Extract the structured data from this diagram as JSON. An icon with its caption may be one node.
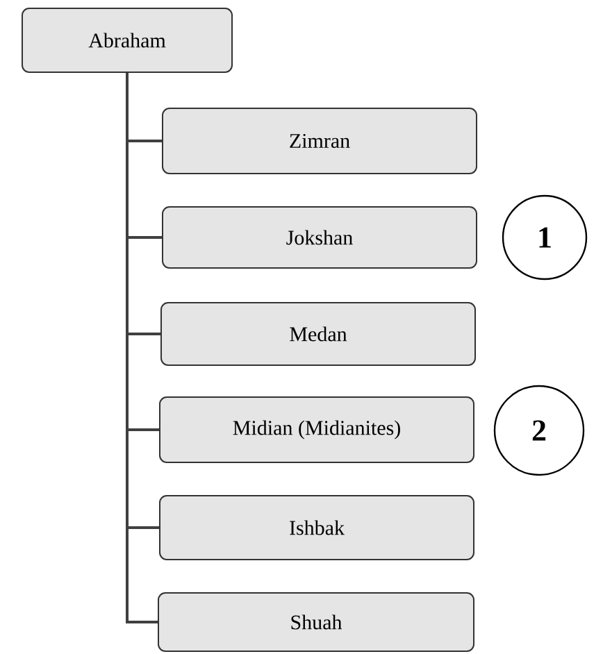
{
  "diagram": {
    "nodes": [
      {
        "text": [
          "Abraham"
        ]
      },
      {
        "text": [
          "Zimran"
        ]
      },
      {
        "text": [
          "Jokshan"
        ]
      },
      {
        "text": [
          "Medan"
        ]
      },
      {
        "text": [
          "Midian (Midianites)"
        ]
      },
      {
        "text": [
          "Ishbak"
        ]
      },
      {
        "text": [
          "Shuah"
        ]
      },
      {
        "text": [
          "1"
        ]
      },
      {
        "text": [
          "2"
        ]
      }
    ],
    "edges": [
      {
        "from": 0,
        "to": 1,
        "arrow": "none"
      },
      {
        "from": 0,
        "to": 2,
        "arrow": "none"
      },
      {
        "from": 0,
        "to": 3,
        "arrow": "none"
      },
      {
        "from": 0,
        "to": 4,
        "arrow": "none"
      },
      {
        "from": 0,
        "to": 5,
        "arrow": "none"
      },
      {
        "from": 0,
        "to": 6,
        "arrow": "none"
      }
    ]
  }
}
